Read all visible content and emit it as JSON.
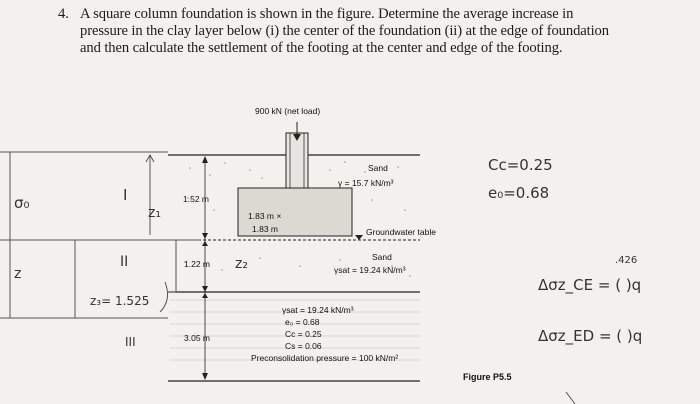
{
  "problem": {
    "number": "4.",
    "text": "A square column foundation is shown in the figure. Determine the average increase in pressure in the clay layer below (i) the center of the foundation (ii) at the edge of foundation and then calculate the settlement of the footing at the center and edge of the footing."
  },
  "figure": {
    "load_label": "900 kN (net load)",
    "sand_top": "Sand",
    "sand_top_gamma": "γ = 15.7 kN/m³",
    "footing_size_1": "1.83 m ×",
    "footing_size_2": "1.83 m",
    "depth_1": "1.52 m",
    "gw_label": "Groundwater table",
    "depth_2": "1.22 m",
    "sand_bottom": "Sand",
    "sand_bottom_gamma": "γsat = 19.24 kN/m³",
    "clay_gamma": "γsat = 19.24 kN/m³",
    "clay_e0": "e₀ = 0.68",
    "clay_cc": "Cc = 0.25",
    "clay_cs": "Cs = 0.06",
    "depth_3": "3.05 m",
    "precon": "Preconsolidation pressure = 100 kN/m²",
    "caption": "Figure P5.5"
  },
  "handwriting": {
    "cc": "Cc=0.25",
    "e0": "e₀=0.68",
    "sigma0": "σ₀",
    "layer1": "I",
    "layer2": "II",
    "layer3": "III",
    "z1": "z₁",
    "z2": "z₂",
    "z3": "z₃= 1.525",
    "z_left": "z",
    "z_mid": "z₂",
    "delta_ce": "Δσz_CE = (    )q",
    "delta_ed": "Δσz_ED = (    )q",
    "small_note": ".426"
  }
}
